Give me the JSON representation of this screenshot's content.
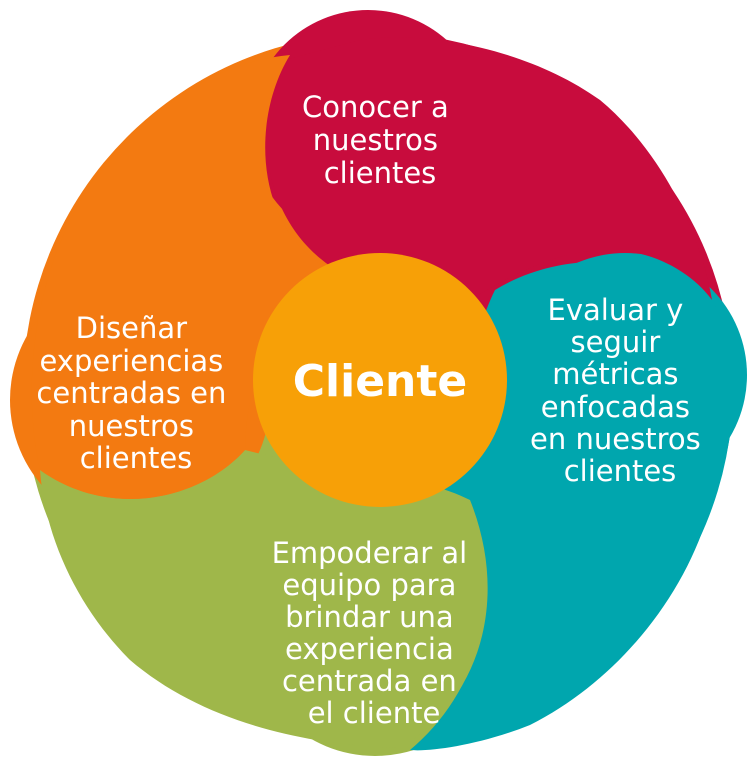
{
  "colors": {
    "red": "#c80c3d",
    "orange": "#f37a11",
    "teal": "#00a6ae",
    "green": "#9fb74a",
    "center": "#f7a007",
    "text": "#ffffff"
  },
  "center": {
    "label": "Cliente"
  },
  "segments": {
    "top": {
      "lines": [
        "Conocer a",
        "nuestros",
        "clientes"
      ]
    },
    "left": {
      "lines": [
        "Diseñar",
        "experiencias",
        "centradas en",
        "nuestros",
        "clientes"
      ]
    },
    "right": {
      "lines": [
        "Evaluar y",
        "seguir",
        "métricas",
        "enfocadas",
        "en nuestros",
        "clientes"
      ]
    },
    "bottom": {
      "lines": [
        "Empoderar al",
        "equipo para",
        "brindar una",
        "experiencia",
        "centrada en",
        "el cliente"
      ]
    }
  }
}
